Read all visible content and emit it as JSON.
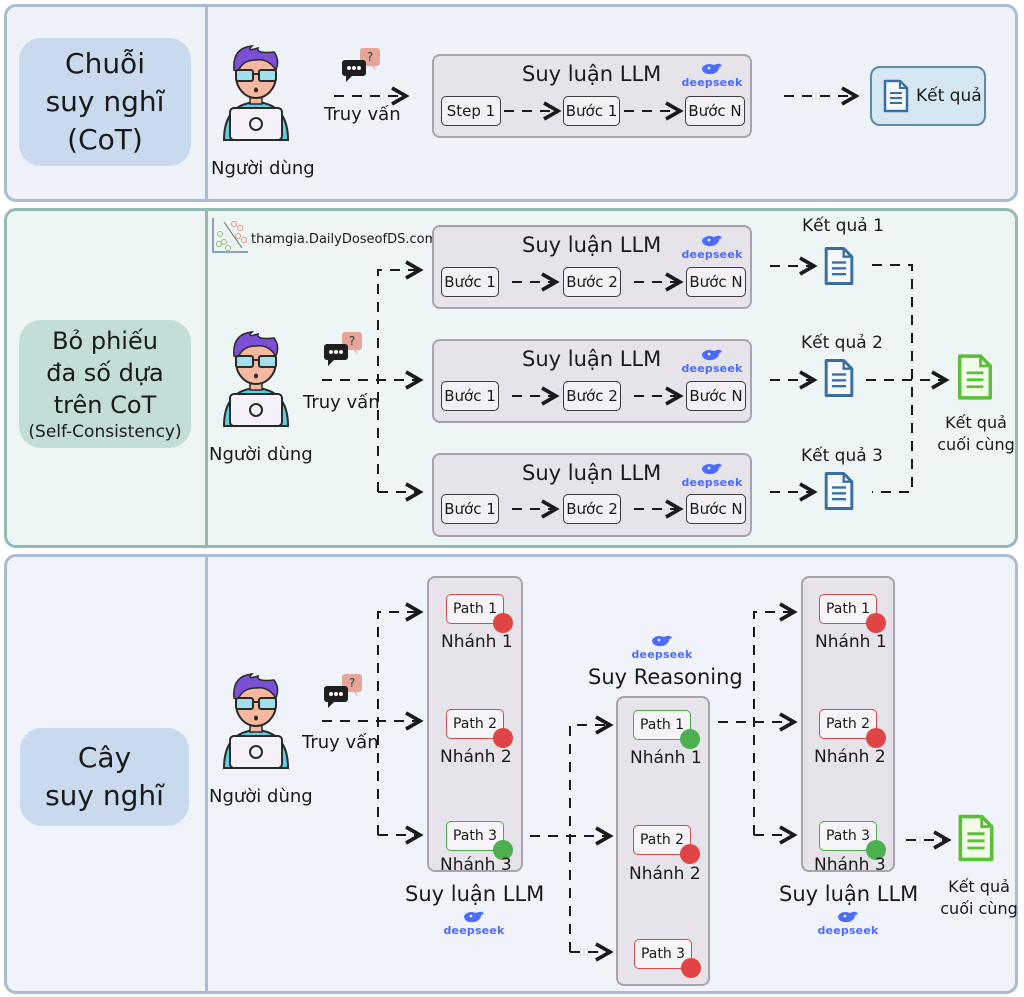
{
  "colors": {
    "cot_panel_bg": "#f0f2fa",
    "sc_panel_bg": "#eef5f5",
    "tot_panel_bg": "#f1f3fa",
    "panel_border_blue": "#a9bcd3",
    "panel_border_green": "#93bab3",
    "pill_blue": "#c9d9ee",
    "pill_green": "#c3ded9",
    "llm_box_bg": "#e6e3ea",
    "doc_blue": "#3b6ea0",
    "doc_green": "#5cbf3a",
    "path_red": "#d94b4b",
    "path_green": "#4caa4c",
    "deepseek_blue": "#4d6bfe"
  },
  "cot": {
    "label_lines": [
      "Chuỗi",
      "suy nghĩ",
      "(CoT)"
    ],
    "user_caption": "Người dùng",
    "query_caption": "Truy vấn",
    "llm_title": "Suy luận LLM",
    "deepseek": "deepseek",
    "steps": [
      "Step 1",
      "Bước 1",
      "Bước N"
    ],
    "result": "Kết quả"
  },
  "self_consistency": {
    "label_lines": [
      "Bỏ phiếu",
      "đa số dựa",
      "trên CoT"
    ],
    "label_sub": "(Self-Consistency)",
    "watermark": "thamgia.DailyDoseofDS.com",
    "user_caption": "Người dùng",
    "query_caption": "Truy vấn",
    "chains": [
      {
        "llm_title": "Suy luận LLM",
        "deepseek": "deepseek",
        "steps": [
          "Bước 1",
          "Bước 2",
          "Bước N"
        ],
        "result": "Kết quả 1"
      },
      {
        "llm_title": "Suy luận LLM",
        "deepseek": "deepseek",
        "steps": [
          "Bước 1",
          "Bước 2",
          "Bước N"
        ],
        "result": "Kết quả 2"
      },
      {
        "llm_title": "Suy luận LLM",
        "deepseek": "deepseek",
        "steps": [
          "Bước 1",
          "Bước 2",
          "Bước N"
        ],
        "result": "Kết quả 3"
      }
    ],
    "final_result_lines": [
      "Kết quả",
      "cuối cùng"
    ]
  },
  "tot": {
    "label_lines": [
      "Cây",
      "suy nghĩ"
    ],
    "user_caption": "Người dùng",
    "query_caption": "Truy vấn",
    "col1": {
      "title": "Suy luận LLM",
      "deepseek": "deepseek",
      "paths": [
        {
          "path": "Path 1",
          "branch": "Nhánh 1",
          "status": "red"
        },
        {
          "path": "Path 2",
          "branch": "Nhánh 2",
          "status": "red"
        },
        {
          "path": "Path 3",
          "branch": "Nhánh 3",
          "status": "green"
        }
      ]
    },
    "col2": {
      "title": "Suy Reasoning",
      "deepseek": "deepseek",
      "paths": [
        {
          "path": "Path 1",
          "branch": "Nhánh 1",
          "status": "green"
        },
        {
          "path": "Path 2",
          "branch": "Nhánh 2",
          "status": "red"
        },
        {
          "path": "Path 3",
          "branch": "",
          "status": "red"
        }
      ]
    },
    "col3": {
      "title": "Suy luận LLM",
      "deepseek": "deepseek",
      "paths": [
        {
          "path": "Path 1",
          "branch": "Nhánh 1",
          "status": "red"
        },
        {
          "path": "Path 2",
          "branch": "Nhánh 2",
          "status": "red"
        },
        {
          "path": "Path 3",
          "branch": "Nhánh 3",
          "status": "green"
        }
      ]
    },
    "final_result_lines": [
      "Kết quả",
      "cuối cùng"
    ]
  }
}
